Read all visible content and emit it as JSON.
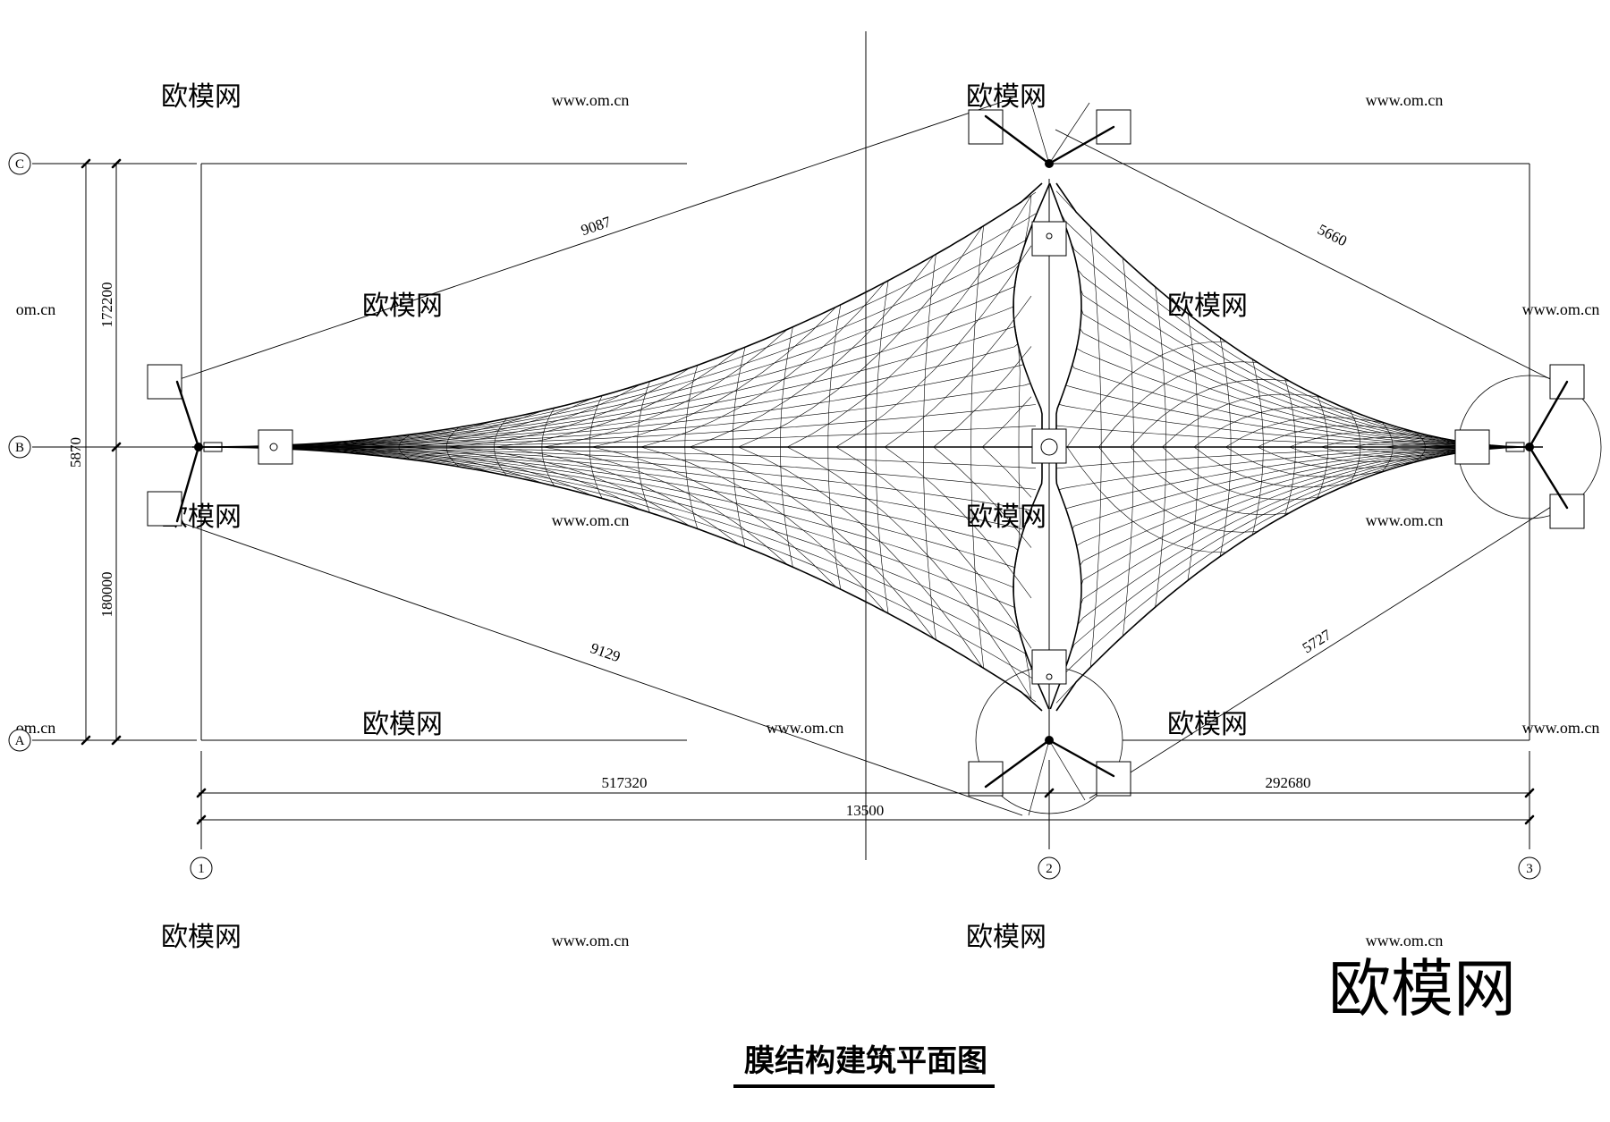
{
  "axes": {
    "rows": [
      {
        "id": "row-c",
        "label": "C"
      },
      {
        "id": "row-b",
        "label": "B"
      },
      {
        "id": "row-a",
        "label": "A"
      }
    ],
    "columns": [
      {
        "id": "col-1",
        "label": "1"
      },
      {
        "id": "col-2",
        "label": "2"
      },
      {
        "id": "col-3",
        "label": "3"
      }
    ]
  },
  "dimensions": {
    "upper_left_cable": "9087",
    "lower_left_cable": "9129",
    "upper_right_cable": "5660",
    "lower_right_cable": "5727",
    "vertical_upper": "172200",
    "vertical_lower": "180000",
    "vertical_total": "5870",
    "horizontal_left": "517320",
    "horizontal_right": "292680",
    "horizontal_total": "13500"
  },
  "watermarks": {
    "brand": "欧模网",
    "site": "www.om.cn",
    "site_partial": "om.cn"
  },
  "logo": "欧模网",
  "title": "膜结构建筑平面图"
}
